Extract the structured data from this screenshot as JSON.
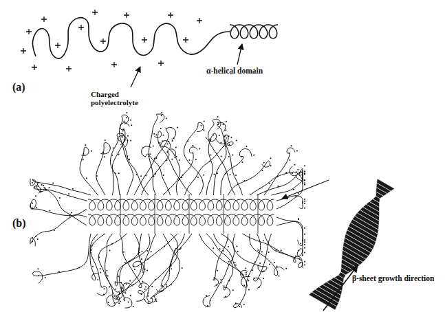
{
  "diagram": {
    "labels": [
      "(a)",
      "Charged polyelectrolyte",
      "α-helical domain",
      "(b)",
      "β-sheet growth direction"
    ]
  }
}
